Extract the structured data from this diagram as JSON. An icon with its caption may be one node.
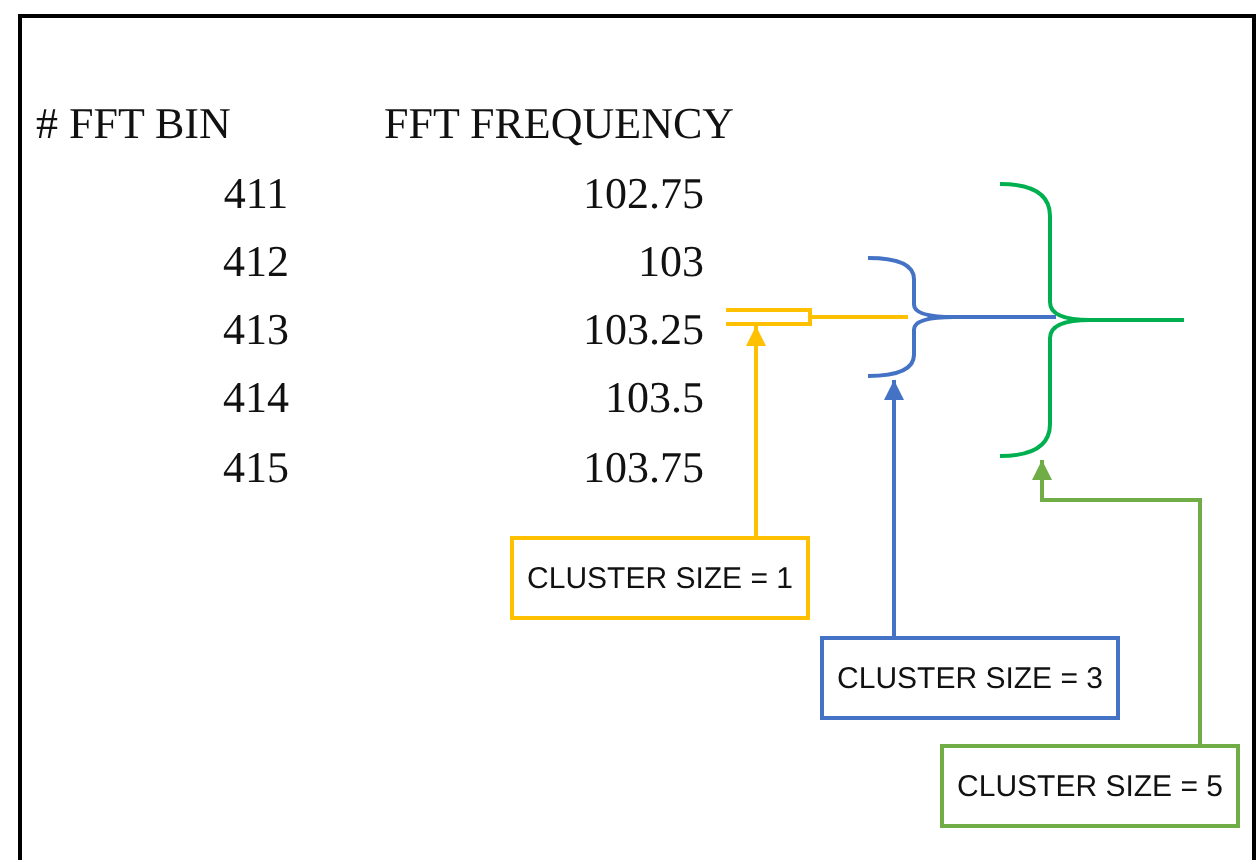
{
  "diagram": {
    "nodes": [
      {
        "text": [],
        "shape": "brace"
      },
      {
        "text": [],
        "shape": "brace"
      },
      {
        "text": [],
        "shape": "bracket"
      },
      {
        "text": [
          "CLUSTER SIZE = 1"
        ]
      },
      {
        "text": [
          "CLUSTER SIZE = 3"
        ]
      },
      {
        "text": [
          "CLUSTER SIZE = 5"
        ]
      }
    ],
    "edges": [
      {
        "from": 3,
        "to": 2,
        "arrow": "to",
        "color": "#ffc000"
      },
      {
        "from": 4,
        "to": 1,
        "arrow": "to",
        "color": "#4472c4"
      },
      {
        "from": 5,
        "to": 0,
        "arrow": "to",
        "color": "#70ad47"
      }
    ],
    "labels": [
      "# FFT BIN",
      "FFT FREQUENCY",
      "411",
      "102.75",
      "412",
      "103",
      "413",
      "103.25",
      "414",
      "103.5",
      "415",
      "103.75"
    ]
  }
}
